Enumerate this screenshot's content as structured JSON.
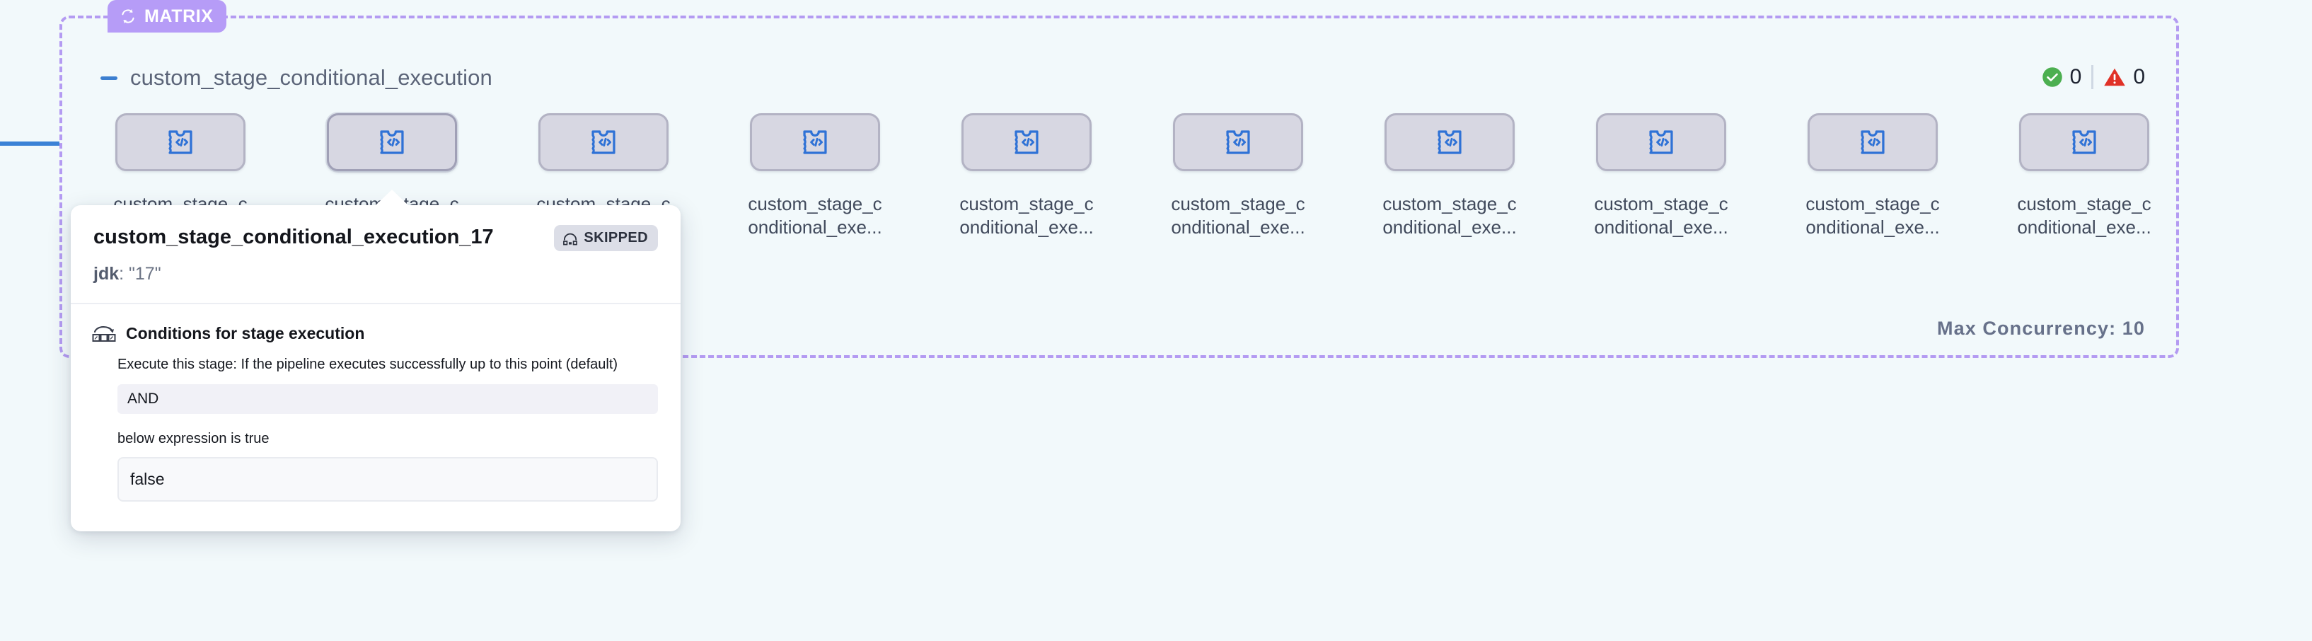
{
  "matrix": {
    "badge_label": "MATRIX",
    "badge_icon": "loop-icon",
    "badge_color": "#b69cf7",
    "border_color": "#b49bf2",
    "group_title": "custom_stage_conditional_execution",
    "collapse_icon": "minus-icon",
    "max_concurrency": "Max Concurrency: 10"
  },
  "status": {
    "success_icon": "check-circle-icon",
    "success_count": "0",
    "warning_icon": "warning-triangle-icon",
    "warning_count": "0"
  },
  "nodes": [
    {
      "label": "custom_stage_c onditional_exe...",
      "icon": "custom-stage-code-icon",
      "badge": "</>",
      "selected": false
    },
    {
      "label": "custom_stage_c onditional_exe...",
      "icon": "custom-stage-code-icon",
      "badge": "</>",
      "selected": true
    },
    {
      "label": "custom_stage_c onditional_exe...",
      "icon": "custom-stage-code-icon",
      "badge": "</>",
      "selected": false
    },
    {
      "label": "custom_stage_conditional_exe...",
      "icon": "custom-stage-code-icon",
      "badge": "</>",
      "selected": false
    },
    {
      "label": "custom_stage_conditional_exe...",
      "icon": "custom-stage-code-icon",
      "badge": "</>",
      "selected": false
    },
    {
      "label": "custom_stage_conditional_exe...",
      "icon": "custom-stage-code-icon",
      "badge": "</>",
      "selected": false
    },
    {
      "label": "custom_stage_conditional_exe...",
      "icon": "custom-stage-code-icon",
      "badge": "</>",
      "selected": false
    },
    {
      "label": "custom_stage_conditional_exe...",
      "icon": "custom-stage-code-icon",
      "badge": "</>",
      "selected": false
    },
    {
      "label": "custom_stage_conditional_exe...",
      "icon": "custom-stage-code-icon",
      "badge": "</>",
      "selected": false
    },
    {
      "label": "custom_stage_conditional_exe...",
      "icon": "custom-stage-code-icon",
      "badge": "</>",
      "selected": false
    }
  ],
  "tooltip": {
    "title": "custom_stage_conditional_execution_17",
    "status_badge": "SKIPPED",
    "status_badge_icon": "skip-icon",
    "matrix_key": "jdk",
    "matrix_value": "\"17\"",
    "section_icon": "conditional-execution-icon",
    "section_title": "Conditions for stage execution",
    "description": "Execute this stage: If the pipeline executes successfully up to this point (default)",
    "operator": "AND",
    "expression_note": "below expression is true",
    "expression_value": "false"
  }
}
